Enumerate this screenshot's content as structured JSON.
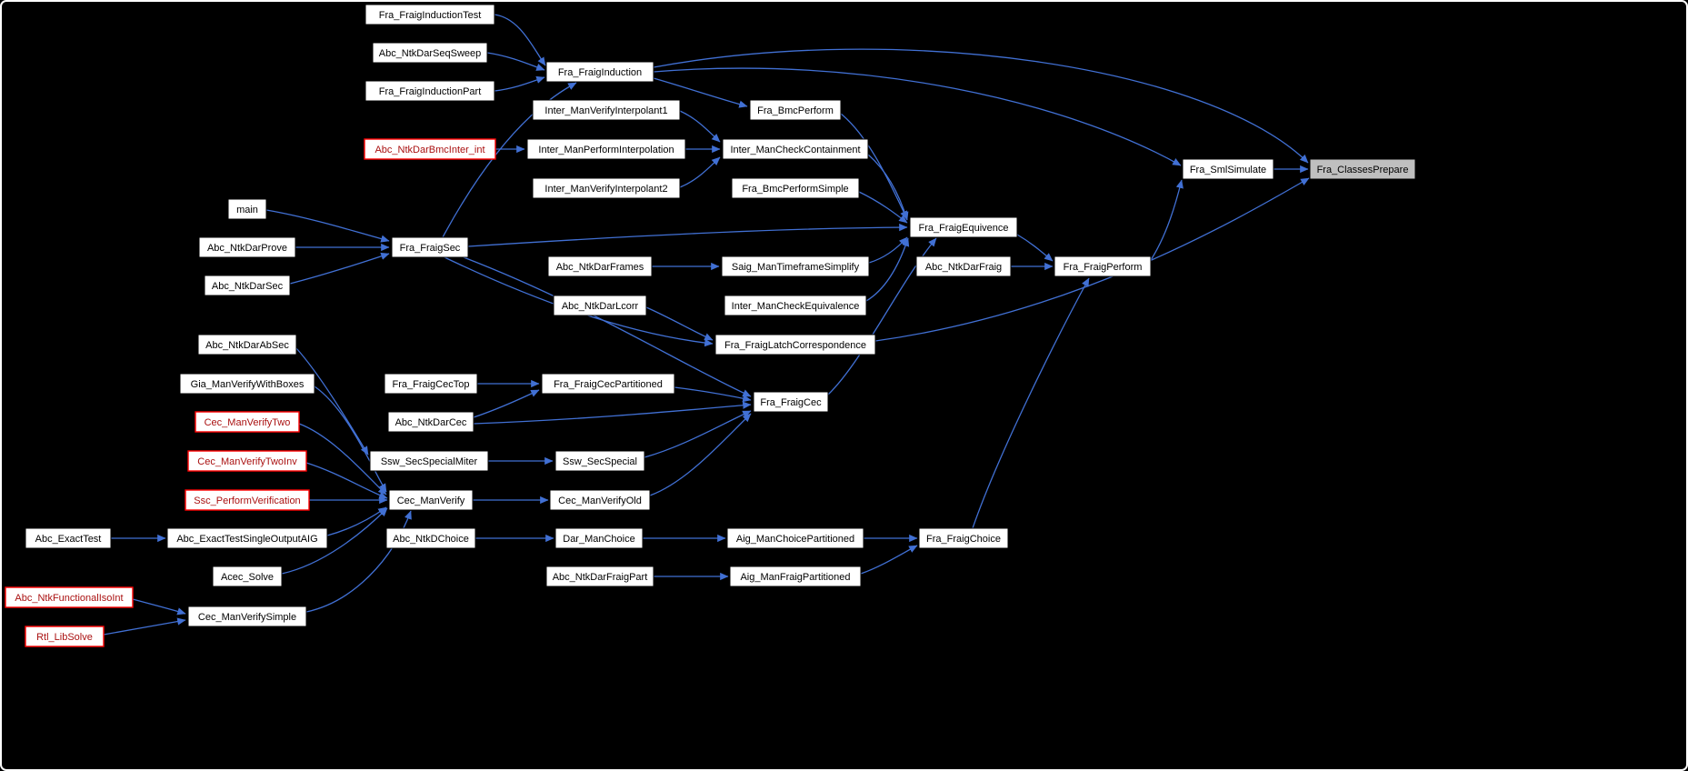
{
  "diagram": {
    "kind": "caller-graph",
    "target_function": "Fra_ClassesPrepare"
  },
  "colors": {
    "background": "#000000",
    "frame": "#ffffff",
    "edge": "#4170d4",
    "node_bg": "#ffffff",
    "node_border": "#000000",
    "node_text": "#000000",
    "target_bg": "#bfbfbf",
    "truncated_border": "#ff0000",
    "truncated_text": "#aa1111"
  },
  "nodes": {
    "Fra_FraigInductionTest": {
      "label": "Fra_FraigInductionTest"
    },
    "Abc_NtkDarSeqSweep": {
      "label": "Abc_NtkDarSeqSweep"
    },
    "Fra_FraigInductionPart": {
      "label": "Fra_FraigInductionPart"
    },
    "Abc_NtkDarBmcInter_int": {
      "label": "Abc_NtkDarBmcInter_int"
    },
    "main": {
      "label": "main"
    },
    "Abc_NtkDarProve": {
      "label": "Abc_NtkDarProve"
    },
    "Abc_NtkDarSec": {
      "label": "Abc_NtkDarSec"
    },
    "Abc_NtkDarAbSec": {
      "label": "Abc_NtkDarAbSec"
    },
    "Gia_ManVerifyWithBoxes": {
      "label": "Gia_ManVerifyWithBoxes"
    },
    "Cec_ManVerifyTwo": {
      "label": "Cec_ManVerifyTwo"
    },
    "Cec_ManVerifyTwoInv": {
      "label": "Cec_ManVerifyTwoInv"
    },
    "Ssc_PerformVerification": {
      "label": "Ssc_PerformVerification"
    },
    "Abc_ExactTest": {
      "label": "Abc_ExactTest"
    },
    "Abc_ExactTestSingleOutputAIG": {
      "label": "Abc_ExactTestSingleOutputAIG"
    },
    "Acec_Solve": {
      "label": "Acec_Solve"
    },
    "Abc_NtkFunctionalIsoInt": {
      "label": "Abc_NtkFunctionalIsoInt"
    },
    "Rtl_LibSolve": {
      "label": "Rtl_LibSolve"
    },
    "Cec_ManVerifySimple": {
      "label": "Cec_ManVerifySimple"
    },
    "Fra_FraigInduction": {
      "label": "Fra_FraigInduction"
    },
    "Inter_ManVerifyInterpolant1": {
      "label": "Inter_ManVerifyInterpolant1"
    },
    "Inter_ManPerformInterpolation": {
      "label": "Inter_ManPerformInterpolation"
    },
    "Inter_ManVerifyInterpolant2": {
      "label": "Inter_ManVerifyInterpolant2"
    },
    "Fra_FraigSec": {
      "label": "Fra_FraigSec"
    },
    "Abc_NtkDarFrames": {
      "label": "Abc_NtkDarFrames"
    },
    "Abc_NtkDarLcorr": {
      "label": "Abc_NtkDarLcorr"
    },
    "Fra_FraigCecTop": {
      "label": "Fra_FraigCecTop"
    },
    "Fra_FraigCecPartitioned": {
      "label": "Fra_FraigCecPartitioned"
    },
    "Abc_NtkDarCec": {
      "label": "Abc_NtkDarCec"
    },
    "Ssw_SecSpecialMiter": {
      "label": "Ssw_SecSpecialMiter"
    },
    "Ssw_SecSpecial": {
      "label": "Ssw_SecSpecial"
    },
    "Cec_ManVerify": {
      "label": "Cec_ManVerify"
    },
    "Cec_ManVerifyOld": {
      "label": "Cec_ManVerifyOld"
    },
    "Abc_NtkDChoice": {
      "label": "Abc_NtkDChoice"
    },
    "Dar_ManChoice": {
      "label": "Dar_ManChoice"
    },
    "Abc_NtkDarFraigPart": {
      "label": "Abc_NtkDarFraigPart"
    },
    "Fra_BmcPerform": {
      "label": "Fra_BmcPerform"
    },
    "Inter_ManCheckContainment": {
      "label": "Inter_ManCheckContainment"
    },
    "Fra_BmcPerformSimple": {
      "label": "Fra_BmcPerformSimple"
    },
    "Saig_ManTimeframeSimplify": {
      "label": "Saig_ManTimeframeSimplify"
    },
    "Inter_ManCheckEquivalence": {
      "label": "Inter_ManCheckEquivalence"
    },
    "Fra_FraigLatchCorrespondence": {
      "label": "Fra_FraigLatchCorrespondence"
    },
    "Fra_FraigCec": {
      "label": "Fra_FraigCec"
    },
    "Aig_ManChoicePartitioned": {
      "label": "Aig_ManChoicePartitioned"
    },
    "Aig_ManFraigPartitioned": {
      "label": "Aig_ManFraigPartitioned"
    },
    "Fra_FraigEquivence": {
      "label": "Fra_FraigEquivence"
    },
    "Abc_NtkDarFraig": {
      "label": "Abc_NtkDarFraig"
    },
    "Fra_FraigChoice": {
      "label": "Fra_FraigChoice"
    },
    "Fra_FraigPerform": {
      "label": "Fra_FraigPerform"
    },
    "Fra_SmlSimulate": {
      "label": "Fra_SmlSimulate"
    },
    "Fra_ClassesPrepare": {
      "label": "Fra_ClassesPrepare"
    }
  },
  "edges": [
    {
      "from": "Fra_FraigInductionTest",
      "to": "Fra_FraigInduction"
    },
    {
      "from": "Abc_NtkDarSeqSweep",
      "to": "Fra_FraigInduction"
    },
    {
      "from": "Fra_FraigInductionPart",
      "to": "Fra_FraigInduction"
    },
    {
      "from": "Fra_FraigSec",
      "to": "Fra_FraigInduction"
    },
    {
      "from": "Fra_FraigInduction",
      "to": "Fra_BmcPerform"
    },
    {
      "from": "Fra_FraigInduction",
      "to": "Fra_ClassesPrepare"
    },
    {
      "from": "Fra_FraigInduction",
      "to": "Fra_SmlSimulate"
    },
    {
      "from": "Inter_ManVerifyInterpolant1",
      "to": "Inter_ManCheckContainment"
    },
    {
      "from": "Abc_NtkDarBmcInter_int",
      "to": "Inter_ManPerformInterpolation"
    },
    {
      "from": "Inter_ManPerformInterpolation",
      "to": "Inter_ManCheckContainment"
    },
    {
      "from": "Inter_ManVerifyInterpolant2",
      "to": "Inter_ManCheckContainment"
    },
    {
      "from": "Fra_BmcPerform",
      "to": "Fra_FraigEquivence"
    },
    {
      "from": "Inter_ManCheckContainment",
      "to": "Fra_FraigEquivence"
    },
    {
      "from": "Fra_BmcPerformSimple",
      "to": "Fra_FraigEquivence"
    },
    {
      "from": "Fra_FraigSec",
      "to": "Fra_FraigEquivence"
    },
    {
      "from": "main",
      "to": "Fra_FraigSec"
    },
    {
      "from": "Abc_NtkDarProve",
      "to": "Fra_FraigSec"
    },
    {
      "from": "Abc_NtkDarSec",
      "to": "Fra_FraigSec"
    },
    {
      "from": "Abc_NtkDarFrames",
      "to": "Saig_ManTimeframeSimplify"
    },
    {
      "from": "Saig_ManTimeframeSimplify",
      "to": "Fra_FraigEquivence"
    },
    {
      "from": "Abc_NtkDarLcorr",
      "to": "Fra_FraigLatchCorrespondence"
    },
    {
      "from": "Inter_ManCheckEquivalence",
      "to": "Fra_FraigEquivence"
    },
    {
      "from": "Fra_FraigSec",
      "to": "Fra_FraigLatchCorrespondence"
    },
    {
      "from": "Fra_FraigSec",
      "to": "Fra_FraigCec"
    },
    {
      "from": "Fra_FraigLatchCorrespondence",
      "to": "Fra_ClassesPrepare"
    },
    {
      "from": "Fra_FraigCecTop",
      "to": "Fra_FraigCecPartitioned"
    },
    {
      "from": "Abc_NtkDarCec",
      "to": "Fra_FraigCecPartitioned"
    },
    {
      "from": "Abc_NtkDarCec",
      "to": "Fra_FraigCec"
    },
    {
      "from": "Fra_FraigCecPartitioned",
      "to": "Fra_FraigCec"
    },
    {
      "from": "Ssw_SecSpecialMiter",
      "to": "Ssw_SecSpecial"
    },
    {
      "from": "Ssw_SecSpecial",
      "to": "Fra_FraigCec"
    },
    {
      "from": "Fra_FraigCec",
      "to": "Fra_FraigEquivence"
    },
    {
      "from": "Cec_ManVerify",
      "to": "Cec_ManVerifyOld"
    },
    {
      "from": "Cec_ManVerifyOld",
      "to": "Fra_FraigCec"
    },
    {
      "from": "Gia_ManVerifyWithBoxes",
      "to": "Cec_ManVerify"
    },
    {
      "from": "Cec_ManVerifyTwo",
      "to": "Cec_ManVerify"
    },
    {
      "from": "Cec_ManVerifyTwoInv",
      "to": "Cec_ManVerify"
    },
    {
      "from": "Ssc_PerformVerification",
      "to": "Cec_ManVerify"
    },
    {
      "from": "Abc_ExactTest",
      "to": "Abc_ExactTestSingleOutputAIG"
    },
    {
      "from": "Abc_ExactTestSingleOutputAIG",
      "to": "Cec_ManVerify"
    },
    {
      "from": "Acec_Solve",
      "to": "Cec_ManVerify"
    },
    {
      "from": "Abc_NtkFunctionalIsoInt",
      "to": "Cec_ManVerifySimple"
    },
    {
      "from": "Rtl_LibSolve",
      "to": "Cec_ManVerifySimple"
    },
    {
      "from": "Cec_ManVerifySimple",
      "to": "Cec_ManVerify"
    },
    {
      "from": "Abc_NtkDarAbSec",
      "to": "Ssw_SecSpecialMiter"
    },
    {
      "from": "Abc_NtkDChoice",
      "to": "Dar_ManChoice"
    },
    {
      "from": "Dar_ManChoice",
      "to": "Aig_ManChoicePartitioned"
    },
    {
      "from": "Abc_NtkDarFraigPart",
      "to": "Aig_ManFraigPartitioned"
    },
    {
      "from": "Aig_ManChoicePartitioned",
      "to": "Fra_FraigChoice"
    },
    {
      "from": "Aig_ManFraigPartitioned",
      "to": "Fra_FraigChoice"
    },
    {
      "from": "Fra_FraigChoice",
      "to": "Fra_FraigPerform"
    },
    {
      "from": "Fra_FraigEquivence",
      "to": "Fra_FraigPerform"
    },
    {
      "from": "Abc_NtkDarFraig",
      "to": "Fra_FraigPerform"
    },
    {
      "from": "Fra_FraigPerform",
      "to": "Fra_SmlSimulate"
    },
    {
      "from": "Fra_SmlSimulate",
      "to": "Fra_ClassesPrepare"
    }
  ]
}
